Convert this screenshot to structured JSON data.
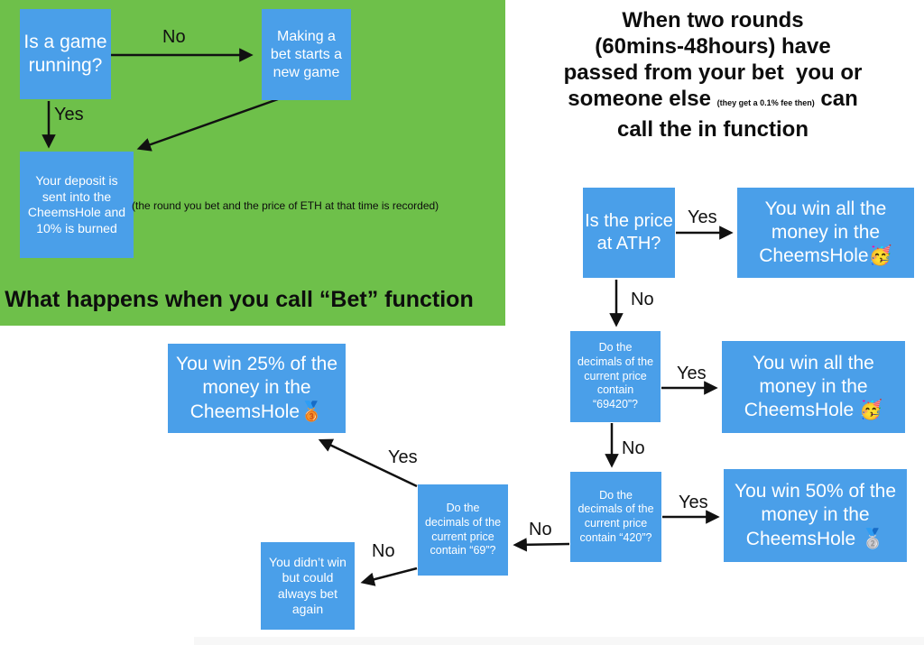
{
  "colors": {
    "green_bg": "#6ec04a",
    "node_blue": "#4a9fe9",
    "text_dark": "#111111",
    "text_light": "#ffffff"
  },
  "labels": {
    "yes": "Yes",
    "no": "No"
  },
  "bet_section": {
    "title": "What happens when you call “Bet” function",
    "note": "(the round you bet and the price of ETH at that time is recorded)",
    "nodes": {
      "game_running": "Is a game running?",
      "new_game": "Making a bet starts a new game",
      "deposit": "Your deposit is sent into the CheemsHole and 10% is burned"
    }
  },
  "in_section": {
    "heading": {
      "line1": "When two rounds",
      "line2": "(60mins-48hours) have",
      "line3": "passed from your bet  you or",
      "line4a": "someone else",
      "line4_small": "(they get a 0.1% fee then)",
      "line4b": "can",
      "line5": "call the in function"
    },
    "nodes": {
      "price_ath": "Is the price at ATH?",
      "win_all_1": {
        "text": "You win all the money in the CheemsHole",
        "emoji": "🥳"
      },
      "decimals_69420": "Do the decimals of the current price contain “69420”?",
      "win_all_2": {
        "text": "You win all the money in the CheemsHole",
        "emoji": "🥳"
      },
      "decimals_420": "Do the decimals of the current price contain “420”?",
      "win_50": {
        "text": "You win 50% of the money in the CheemsHole",
        "emoji": "🥈"
      },
      "win_25": {
        "text": "You win 25% of the money in the CheemsHole",
        "emoji": "🥉"
      },
      "decimals_69": "Do the decimals of the current price contain “69”?",
      "no_win": "You didn’t win but could always bet again"
    }
  }
}
